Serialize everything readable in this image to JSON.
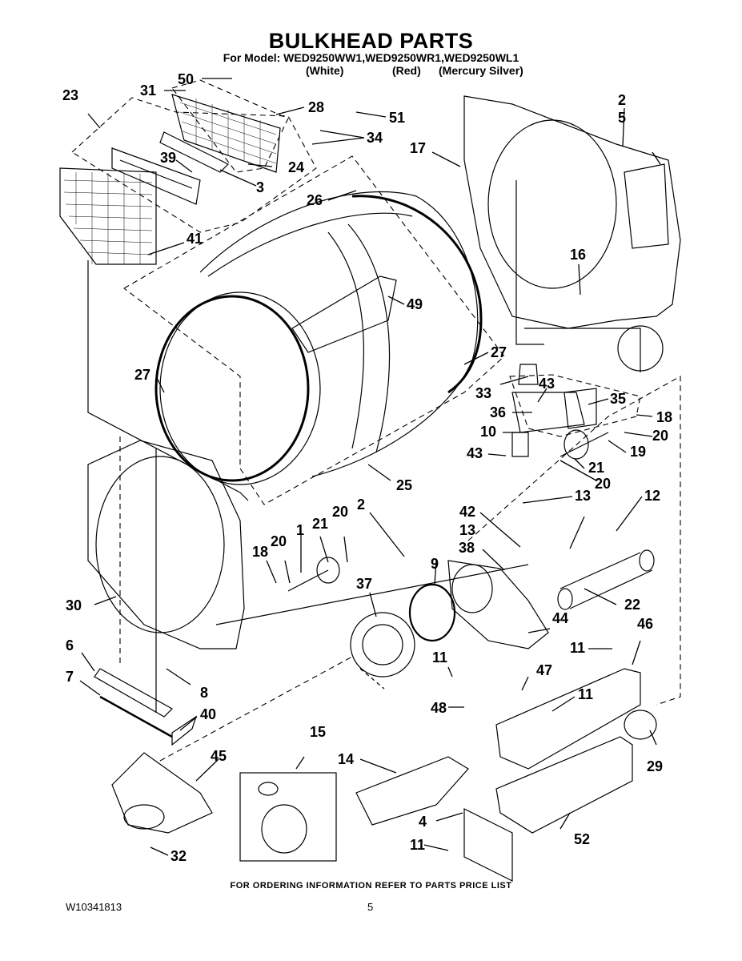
{
  "header": {
    "title": "BULKHEAD PARTS",
    "model_line": "For Model: WED9250WW1,WED9250WR1,WED9250WL1",
    "colors": [
      "(White)",
      "(Red)",
      "(Mercury Silver)"
    ]
  },
  "callouts": [
    "50",
    "31",
    "28",
    "51",
    "34",
    "23",
    "39",
    "3",
    "24",
    "2",
    "5",
    "17",
    "26",
    "41",
    "16",
    "49",
    "27",
    "27",
    "33",
    "43",
    "35",
    "36",
    "18",
    "10",
    "20",
    "43",
    "19",
    "21",
    "20",
    "25",
    "2",
    "42",
    "13",
    "12",
    "13",
    "21",
    "20",
    "1",
    "18",
    "20",
    "38",
    "9",
    "37",
    "22",
    "44",
    "46",
    "30",
    "11",
    "11",
    "47",
    "6",
    "8",
    "7",
    "40",
    "48",
    "11",
    "15",
    "45",
    "14",
    "29",
    "4",
    "52",
    "11",
    "32"
  ],
  "footer": {
    "ordering_note": "FOR ORDERING INFORMATION REFER TO PARTS PRICE LIST",
    "doc_number": "W10341813",
    "page_number": "5"
  }
}
